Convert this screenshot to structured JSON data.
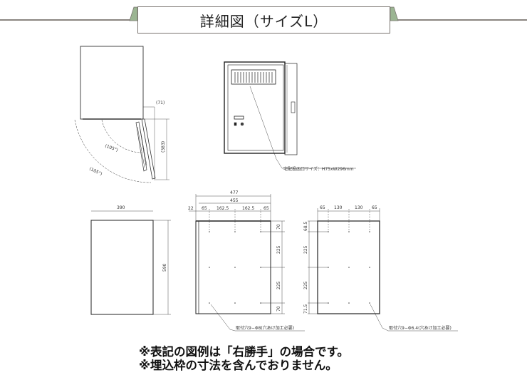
{
  "header": {
    "title": "詳細図（サイズL）",
    "accent_color": "#9bb592",
    "line_color": "#8a8580"
  },
  "top_view": {
    "dim_offset": "(71)",
    "dim_depth": "(383)",
    "angle_inner": "(105°)",
    "angle_outer": "(105°)"
  },
  "front_view": {
    "callout": "宅配投函口サイズ：H75xW296mm"
  },
  "side_panel": {
    "width": "390",
    "height": "590"
  },
  "rear_middle": {
    "overall_width": "477",
    "inner_width": "455",
    "segments": [
      "22",
      "65",
      "162.5",
      "162.5",
      "65"
    ],
    "vertical_dims": [
      "70",
      "225",
      "225",
      "70"
    ],
    "callout": "取付穴9−Φ8(穴あけ加工必要)"
  },
  "rear_right": {
    "segments": [
      "65",
      "130",
      "130",
      "65"
    ],
    "vertical_dims": [
      "68.5",
      "225",
      "225",
      "71.5"
    ],
    "callout": "取付穴9−Φ6.4(穴あけ加工必要)"
  },
  "notes": [
    "※表記の図例は「右勝手」の場合です。",
    "※埋込枠の寸法を含んでおりません。"
  ]
}
